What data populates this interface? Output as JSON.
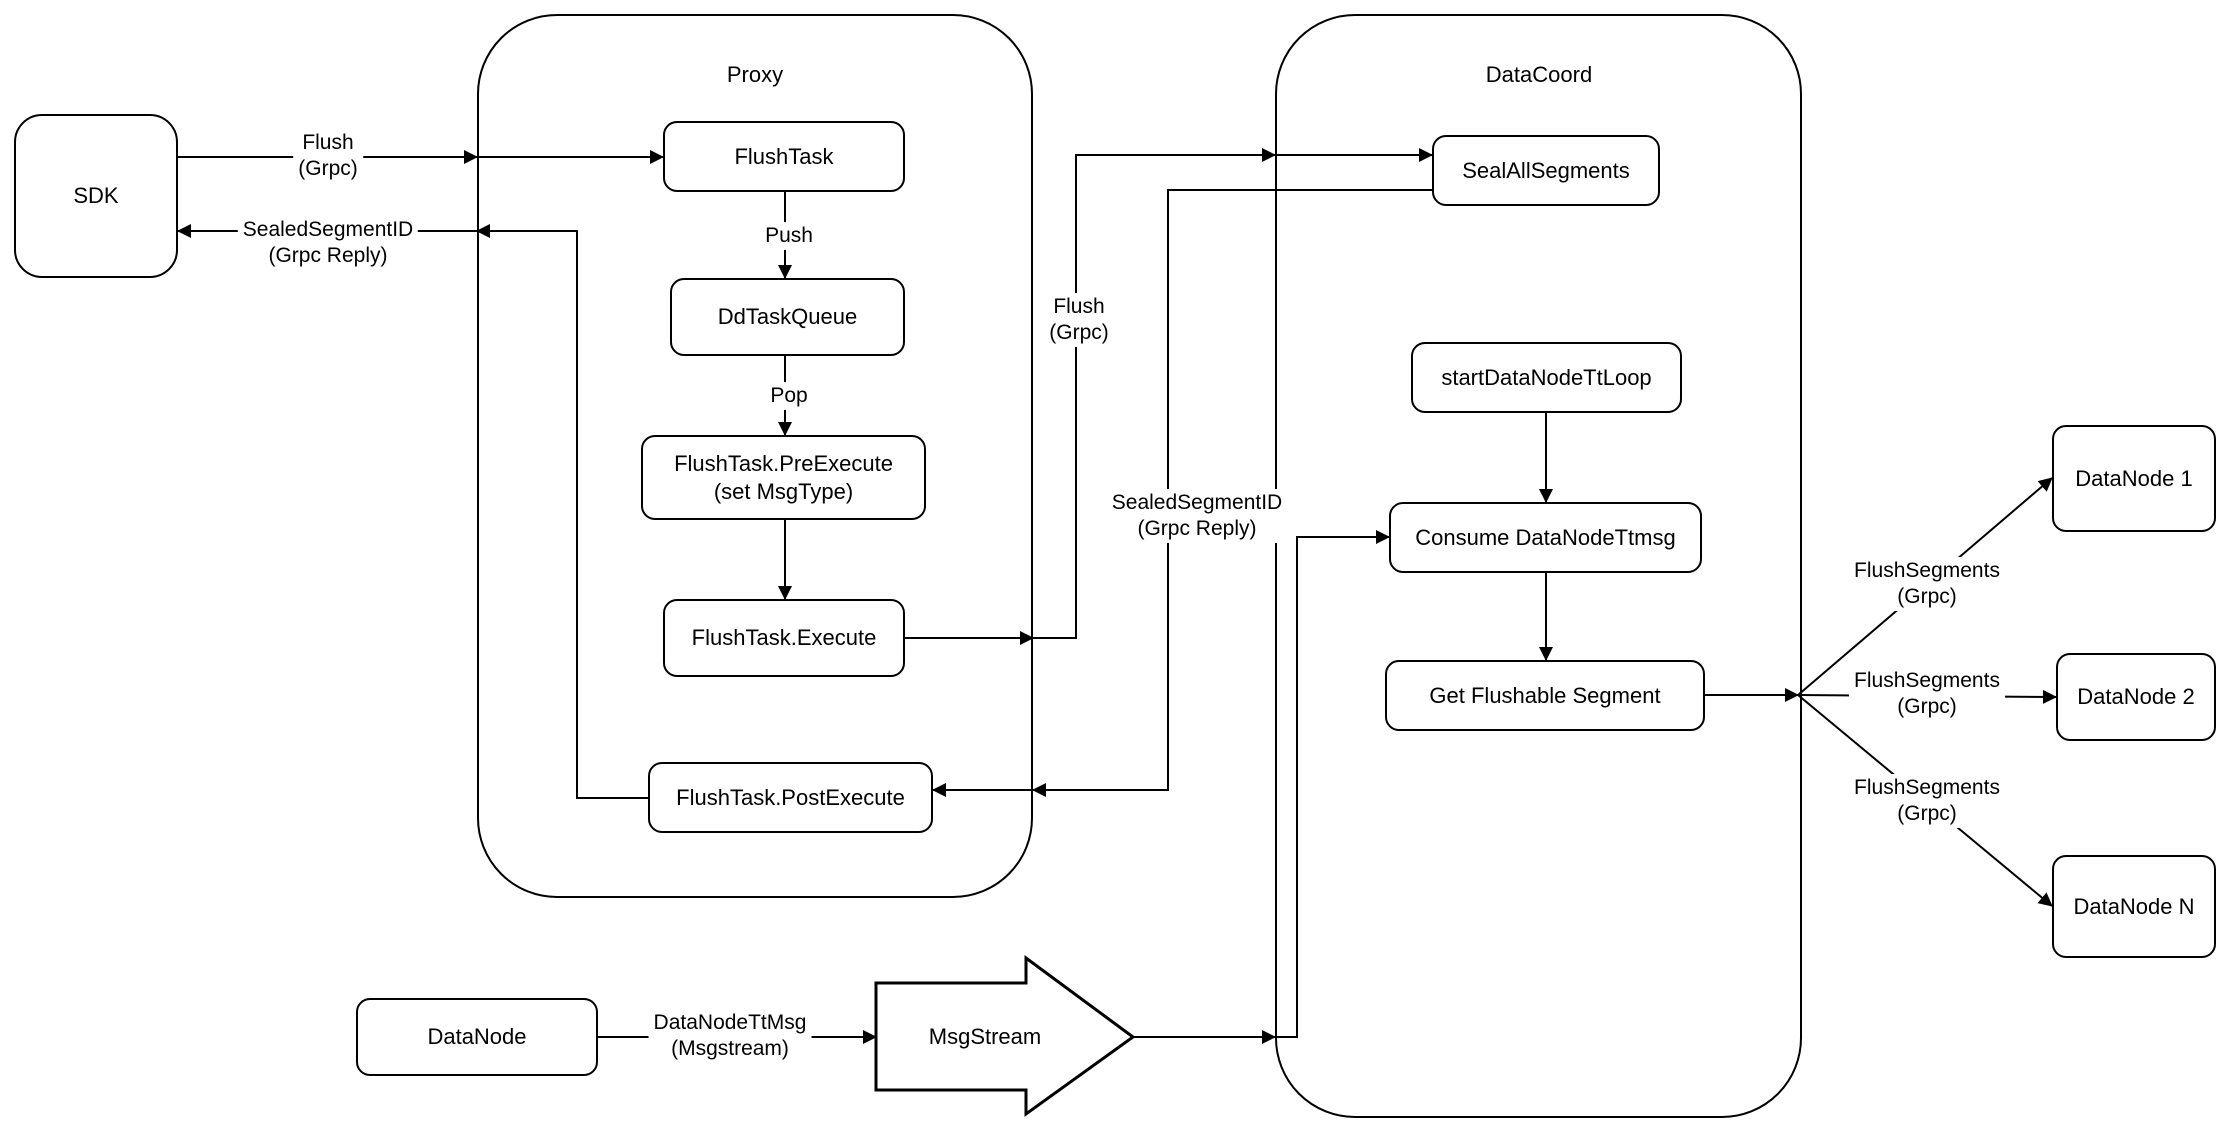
{
  "diagram": {
    "colors": {
      "stroke": "#000000",
      "background": "#ffffff"
    },
    "containers": {
      "proxy": "Proxy",
      "datacoord": "DataCoord"
    },
    "nodes": {
      "sdk": "SDK",
      "flush_task": "FlushTask",
      "dd_task_queue": "DdTaskQueue",
      "pre_execute": [
        "FlushTask.PreExecute",
        "(set MsgType)"
      ],
      "execute": "FlushTask.Execute",
      "post_execute": "FlushTask.PostExecute",
      "seal_all_segments": "SealAllSegments",
      "start_datanode_tt_loop": "startDataNodeTtLoop",
      "consume_datanode_ttmsg": "Consume DataNodeTtmsg",
      "get_flushable_segment": "Get Flushable Segment",
      "datanode_1": "DataNode 1",
      "datanode_2": "DataNode 2",
      "datanode_n": "DataNode N",
      "datanode_source": "DataNode",
      "msgstream": "MsgStream"
    },
    "edge_labels": {
      "flush_grpc_sdk": [
        "Flush",
        "(Grpc)"
      ],
      "sealed_segment_reply_sdk": [
        "SealedSegmentID",
        "(Grpc Reply)"
      ],
      "push": [
        "Push"
      ],
      "pop": [
        "Pop"
      ],
      "flush_grpc_datacoord": [
        "Flush",
        "(Grpc)"
      ],
      "sealed_segment_reply_proxy": [
        "SealedSegmentID",
        "(Grpc Reply)"
      ],
      "flush_segments_1": [
        "FlushSegments",
        "(Grpc)"
      ],
      "flush_segments_2": [
        "FlushSegments",
        "(Grpc)"
      ],
      "flush_segments_n": [
        "FlushSegments",
        "(Grpc)"
      ],
      "datanode_ttmsg": [
        "DataNodeTtMsg",
        "(Msgstream)"
      ]
    }
  }
}
